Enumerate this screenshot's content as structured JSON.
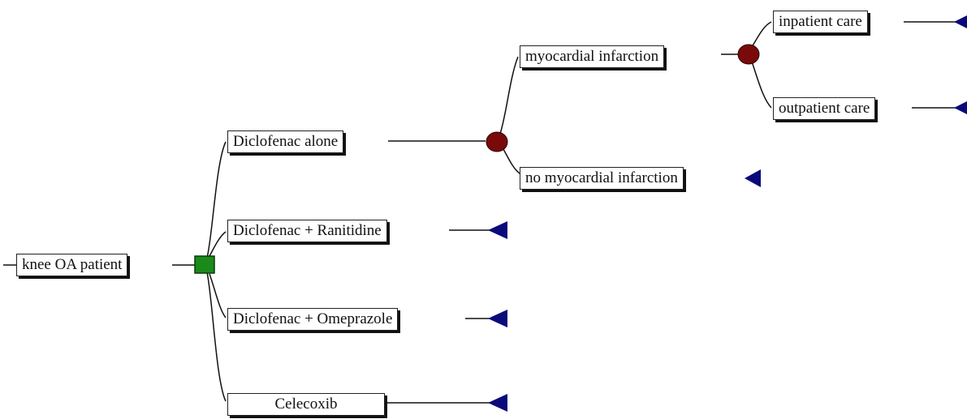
{
  "tree": {
    "root": {
      "label": "knee OA patient"
    },
    "decision_node_color": "#1a8a1a",
    "chance_node_color": "#7a0a0a",
    "terminal_node_color": "#0a0a7a",
    "strategies": [
      {
        "label": "Diclofenac alone"
      },
      {
        "label": "Diclofenac + Ranitidine"
      },
      {
        "label": "Diclofenac + Omeprazole"
      },
      {
        "label": "Celecoxib"
      }
    ],
    "events": [
      {
        "label": "myocardial infarction"
      },
      {
        "label": "no myocardial infarction"
      }
    ],
    "care": [
      {
        "label": "inpatient care"
      },
      {
        "label": "outpatient care"
      }
    ]
  }
}
